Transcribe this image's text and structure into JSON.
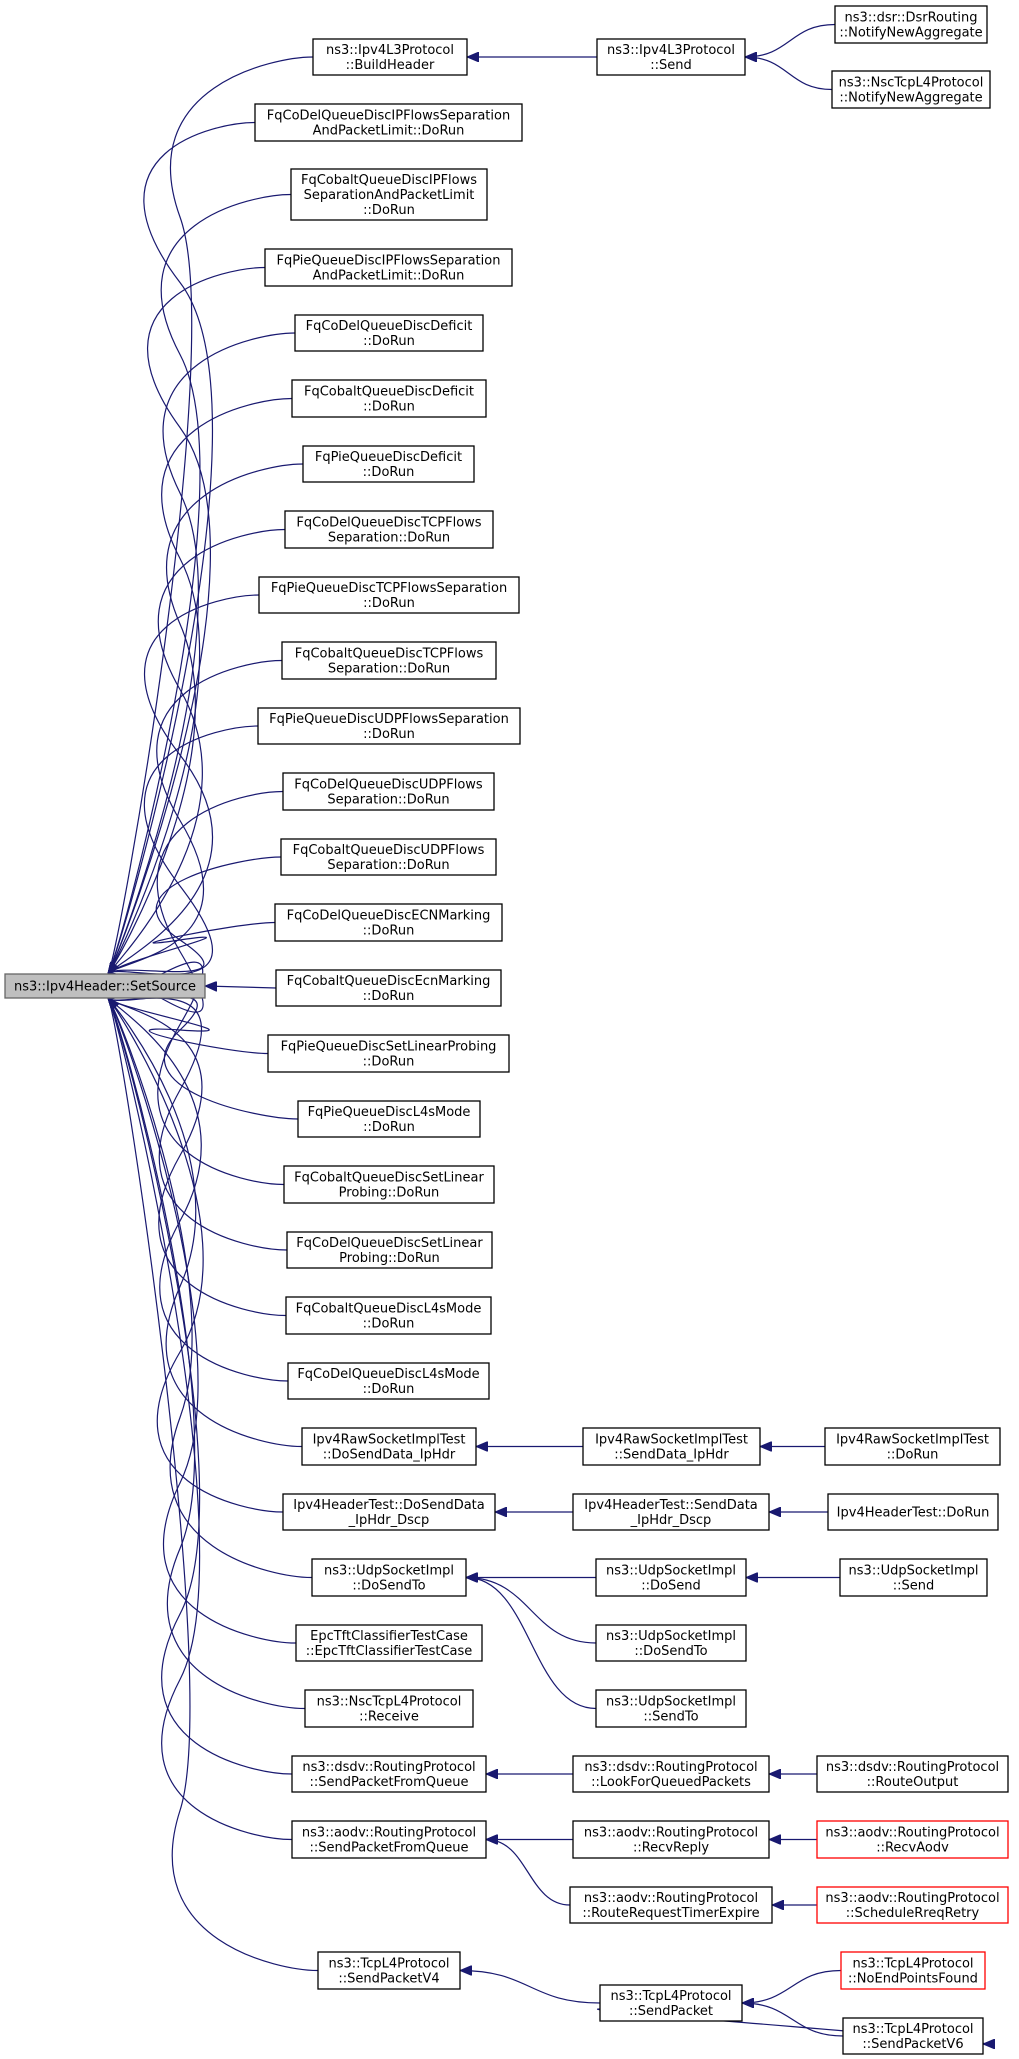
{
  "graph": {
    "root": "ns3::Ipv4Header::SetSource",
    "nodes": {
      "root": [
        "ns3::Ipv4Header::SetSource"
      ],
      "a1": [
        "ns3::Ipv4L3Protocol",
        "::BuildHeader"
      ],
      "a2": [
        "FqCoDelQueueDiscIPFlowsSeparation",
        "AndPacketLimit::DoRun"
      ],
      "a3": [
        "FqCobaltQueueDiscIPFlows",
        "SeparationAndPacketLimit",
        "::DoRun"
      ],
      "a4": [
        "FqPieQueueDiscIPFlowsSeparation",
        "AndPacketLimit::DoRun"
      ],
      "a5": [
        "FqCoDelQueueDiscDeficit",
        "::DoRun"
      ],
      "a6": [
        "FqCobaltQueueDiscDeficit",
        "::DoRun"
      ],
      "a7": [
        "FqPieQueueDiscDeficit",
        "::DoRun"
      ],
      "a8": [
        "FqCoDelQueueDiscTCPFlows",
        "Separation::DoRun"
      ],
      "a9": [
        "FqPieQueueDiscTCPFlowsSeparation",
        "::DoRun"
      ],
      "a10": [
        "FqCobaltQueueDiscTCPFlows",
        "Separation::DoRun"
      ],
      "a11": [
        "FqPieQueueDiscUDPFlowsSeparation",
        "::DoRun"
      ],
      "a12": [
        "FqCoDelQueueDiscUDPFlows",
        "Separation::DoRun"
      ],
      "a13": [
        "FqCobaltQueueDiscUDPFlows",
        "Separation::DoRun"
      ],
      "a14": [
        "FqCoDelQueueDiscECNMarking",
        "::DoRun"
      ],
      "a15": [
        "FqCobaltQueueDiscEcnMarking",
        "::DoRun"
      ],
      "a16": [
        "FqPieQueueDiscSetLinearProbing",
        "::DoRun"
      ],
      "a17": [
        "FqPieQueueDiscL4sMode",
        "::DoRun"
      ],
      "a18": [
        "FqCobaltQueueDiscSetLinear",
        "Probing::DoRun"
      ],
      "a19": [
        "FqCoDelQueueDiscSetLinear",
        "Probing::DoRun"
      ],
      "a20": [
        "FqCobaltQueueDiscL4sMode",
        "::DoRun"
      ],
      "a21": [
        "FqCoDelQueueDiscL4sMode",
        "::DoRun"
      ],
      "a22": [
        "Ipv4RawSocketImplTest",
        "::DoSendData_IpHdr"
      ],
      "a23": [
        "Ipv4HeaderTest::DoSendData",
        "_IpHdr_Dscp"
      ],
      "a24": [
        "ns3::UdpSocketImpl",
        "::DoSendTo"
      ],
      "a25": [
        "EpcTftClassifierTestCase",
        "::EpcTftClassifierTestCase"
      ],
      "a26": [
        "ns3::NscTcpL4Protocol",
        "::Receive"
      ],
      "a27": [
        "ns3::dsdv::RoutingProtocol",
        "::SendPacketFromQueue"
      ],
      "a28": [
        "ns3::aodv::RoutingProtocol",
        "::SendPacketFromQueue"
      ],
      "a29": [
        "ns3::TcpL4Protocol",
        "::SendPacketV4"
      ],
      "b1": [
        "ns3::Ipv4L3Protocol",
        "::Send"
      ],
      "b2": [
        "Ipv4RawSocketImplTest",
        "::SendData_IpHdr"
      ],
      "b3": [
        "Ipv4HeaderTest::SendData",
        "_IpHdr_Dscp"
      ],
      "b4": [
        "ns3::UdpSocketImpl",
        "::DoSend"
      ],
      "b5": [
        "ns3::UdpSocketImpl",
        "::DoSendTo"
      ],
      "b6": [
        "ns3::UdpSocketImpl",
        "::SendTo"
      ],
      "b7": [
        "ns3::dsdv::RoutingProtocol",
        "::LookForQueuedPackets"
      ],
      "b8": [
        "ns3::aodv::RoutingProtocol",
        "::RecvReply"
      ],
      "b9": [
        "ns3::aodv::RoutingProtocol",
        "::RouteRequestTimerExpire"
      ],
      "b10": [
        "ns3::TcpL4Protocol",
        "::SendPacket"
      ],
      "c1": [
        "ns3::dsr::DsrRouting",
        "::NotifyNewAggregate"
      ],
      "c2": [
        "ns3::NscTcpL4Protocol",
        "::NotifyNewAggregate"
      ],
      "c3": [
        "Ipv4RawSocketImplTest",
        "::DoRun"
      ],
      "c4": [
        "Ipv4HeaderTest::DoRun"
      ],
      "c5": [
        "ns3::UdpSocketImpl",
        "::Send"
      ],
      "c6": [
        "ns3::dsdv::RoutingProtocol",
        "::RouteOutput"
      ],
      "c7": [
        "ns3::aodv::RoutingProtocol",
        "::RecvAodv"
      ],
      "c8": [
        "ns3::aodv::RoutingProtocol",
        "::ScheduleRreqRetry"
      ],
      "c9": [
        "ns3::TcpL4Protocol",
        "::NoEndPointsFound"
      ],
      "c10": [
        "ns3::TcpL4Protocol",
        "::SendPacketV6"
      ]
    },
    "truncated_nodes": [
      "c7",
      "c8",
      "c9"
    ],
    "edges": [
      [
        "a1",
        "root"
      ],
      [
        "a2",
        "root"
      ],
      [
        "a3",
        "root"
      ],
      [
        "a4",
        "root"
      ],
      [
        "a5",
        "root"
      ],
      [
        "a6",
        "root"
      ],
      [
        "a7",
        "root"
      ],
      [
        "a8",
        "root"
      ],
      [
        "a9",
        "root"
      ],
      [
        "a10",
        "root"
      ],
      [
        "a11",
        "root"
      ],
      [
        "a12",
        "root"
      ],
      [
        "a13",
        "root"
      ],
      [
        "a14",
        "root"
      ],
      [
        "a15",
        "root"
      ],
      [
        "a16",
        "root"
      ],
      [
        "a17",
        "root"
      ],
      [
        "a18",
        "root"
      ],
      [
        "a19",
        "root"
      ],
      [
        "a20",
        "root"
      ],
      [
        "a21",
        "root"
      ],
      [
        "a22",
        "root"
      ],
      [
        "a23",
        "root"
      ],
      [
        "a24",
        "root"
      ],
      [
        "a25",
        "root"
      ],
      [
        "a26",
        "root"
      ],
      [
        "a27",
        "root"
      ],
      [
        "a28",
        "root"
      ],
      [
        "a29",
        "root"
      ],
      [
        "b1",
        "a1"
      ],
      [
        "c1",
        "b1"
      ],
      [
        "c2",
        "b1"
      ],
      [
        "b2",
        "a22"
      ],
      [
        "c3",
        "b2"
      ],
      [
        "b3",
        "a23"
      ],
      [
        "c4",
        "b3"
      ],
      [
        "b4",
        "a24"
      ],
      [
        "b5",
        "a24"
      ],
      [
        "b6",
        "a24"
      ],
      [
        "c5",
        "b4"
      ],
      [
        "b7",
        "a27"
      ],
      [
        "c6",
        "b7"
      ],
      [
        "b8",
        "a28"
      ],
      [
        "b9",
        "a28"
      ],
      [
        "c7",
        "b8"
      ],
      [
        "c8",
        "b9"
      ],
      [
        "b10",
        "a29"
      ],
      [
        "c9",
        "b10"
      ],
      [
        "c10",
        "b10"
      ],
      [
        "b10",
        "c10"
      ]
    ]
  }
}
